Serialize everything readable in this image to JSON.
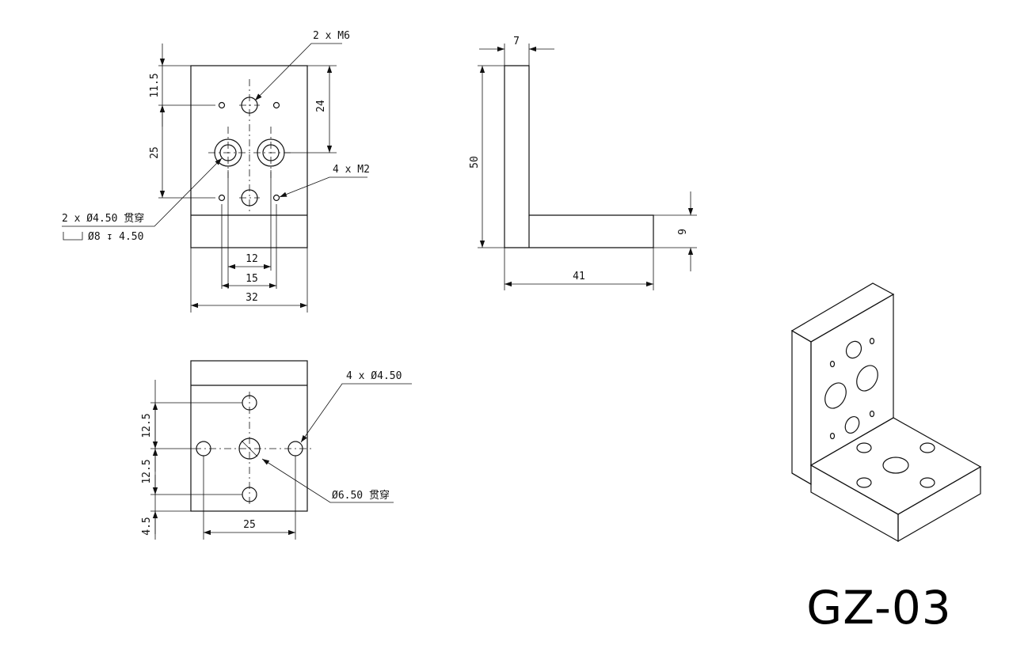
{
  "part_number": "GZ-03",
  "front_view": {
    "dims": {
      "h_11_5": "11.5",
      "h_25": "25",
      "h_24": "24",
      "w_12": "12",
      "w_15": "15",
      "w_32": "32"
    },
    "callouts": {
      "m6": "2 x M6",
      "m2": "4 x M2",
      "thru_hole": "2 x Ø4.50 贯穿",
      "counterbore": "Ø8 ↧ 4.50"
    }
  },
  "side_view": {
    "dims": {
      "thickness": "7",
      "height": "50",
      "base_thickness": "9",
      "length": "41"
    }
  },
  "bottom_view": {
    "dims": {
      "v_12_5_top": "12.5",
      "v_12_5_bottom": "12.5",
      "v_4_5": "4.5",
      "w_25": "25"
    },
    "callouts": {
      "four_holes": "4 x Ø4.50",
      "center_hole": "Ø6.50 贯穿"
    }
  }
}
